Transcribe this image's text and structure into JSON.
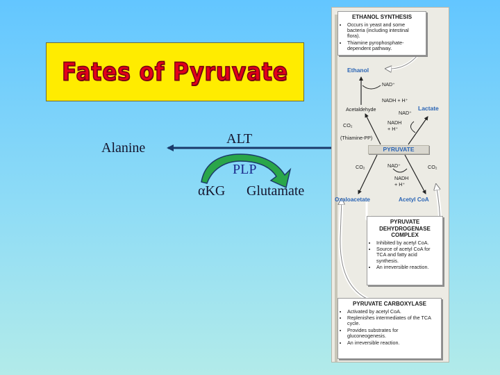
{
  "slide": {
    "title": "Fates of Pyruvate",
    "alanine": "Alanine",
    "alt": "ALT",
    "plp": "PLP",
    "akg": "αKG",
    "glutamate": "Glutamate"
  },
  "figure": {
    "ethanol_box": {
      "header": "ETHANOL SYNTHESIS",
      "items": [
        "Occurs in yeast and some bacteria (including intestinal flora).",
        "Thiamine pyrophosphate-dependent pathway."
      ]
    },
    "ethanol": "Ethanol",
    "nad_plus_1": "NAD⁺",
    "nadh_1": "NADH + H⁺",
    "acetaldehyde": "Acetaldehyde",
    "nad_plus_2": "NAD⁺",
    "lactate": "Lactate",
    "co2_1": "CO₂",
    "nadh_2": "NADH",
    "h_plus": "+ H⁺",
    "thiamine": "(Thiamine-PP)",
    "pyruvate": "PYRUVATE",
    "co2_2": "CO₂",
    "nad_plus_3": "NAD⁺",
    "co2_3": "CO₂",
    "nadh_3": "NADH",
    "h_plus_2": "+ H⁺",
    "oxaloacetate": "Oxaloacetate",
    "acetyl_coa": "Acetyl CoA",
    "pdh_box": {
      "header": "PYRUVATE DEHYDROGENASE COMPLEX",
      "items": [
        "Inhibited by acetyl CoA.",
        "Source of acetyl CoA for TCA and fatty acid synthesis.",
        "An irreversible reaction."
      ]
    },
    "pc_box": {
      "header": "PYRUVATE CARBOXYLASE",
      "items": [
        "Activated by acetyl CoA.",
        "Replenishes intermediates of the TCA cycle.",
        "Provides substrates for gluconeogenesis.",
        "An irreversible reaction."
      ]
    }
  },
  "colors": {
    "title_fill": "#e4001b",
    "title_box": "#ffec00",
    "curved_arrow": "#2aa64a",
    "figure_blue": "#2a64b4"
  }
}
